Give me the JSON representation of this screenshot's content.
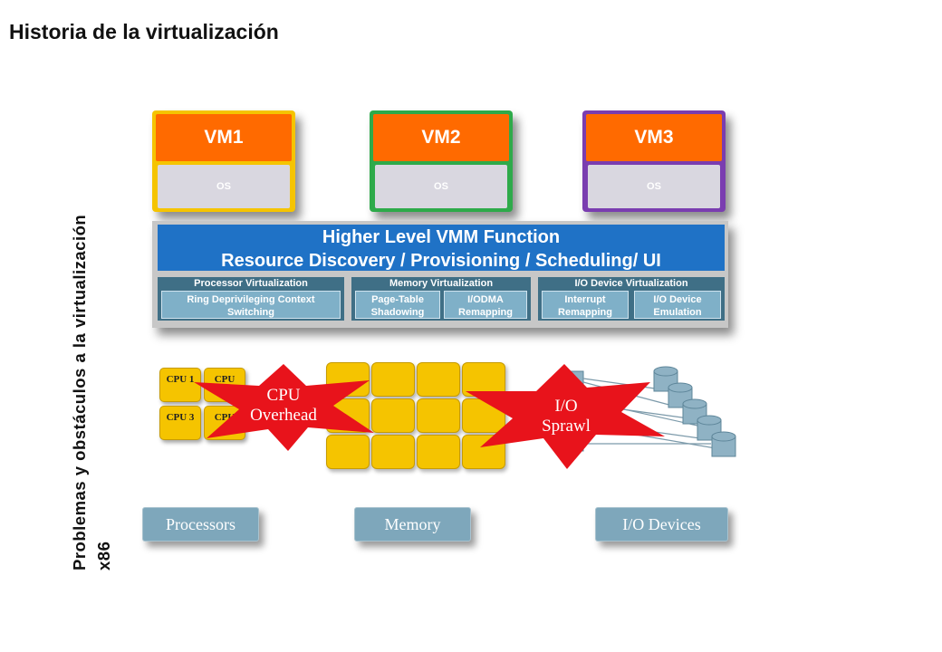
{
  "title": "Historia de la virtualización",
  "side_label": {
    "line1": "Problemas y obstáculos a la virtualización",
    "line2": "x86"
  },
  "vms": [
    {
      "label": "VM1",
      "os": "OS",
      "border_color": "#f5c400"
    },
    {
      "label": "VM2",
      "os": "OS",
      "border_color": "#2eaa4a"
    },
    {
      "label": "VM3",
      "os": "OS",
      "border_color": "#7a3db0"
    }
  ],
  "vmm": {
    "line1": "Higher Level VMM Function",
    "line2": "Resource Discovery / Provisioning / Scheduling/ UI",
    "groups": [
      {
        "title": "Processor Virtualization",
        "items": [
          "Ring Deprivileging Context Switching"
        ]
      },
      {
        "title": "Memory Virtualization",
        "items": [
          "Page-Table Shadowing",
          "I/ODMA Remapping"
        ]
      },
      {
        "title": "I/O Device Virtualization",
        "items": [
          "Interrupt Remapping",
          "I/O Device Emulation"
        ]
      }
    ]
  },
  "hardware": {
    "cpus": [
      "CPU 1",
      "CPU",
      "CPU 3",
      "CPU"
    ],
    "stars": [
      {
        "line1": "CPU",
        "line2": "Overhead"
      },
      {
        "line1": "I/O",
        "line2": "Sprawl"
      }
    ]
  },
  "bottom_labels": [
    "Processors",
    "Memory",
    "I/O Devices"
  ],
  "colors": {
    "vm_header": "#ff6a00",
    "vmm_bar": "#1f72c6",
    "star": "#e8131b",
    "hardware": "#f5c400"
  }
}
